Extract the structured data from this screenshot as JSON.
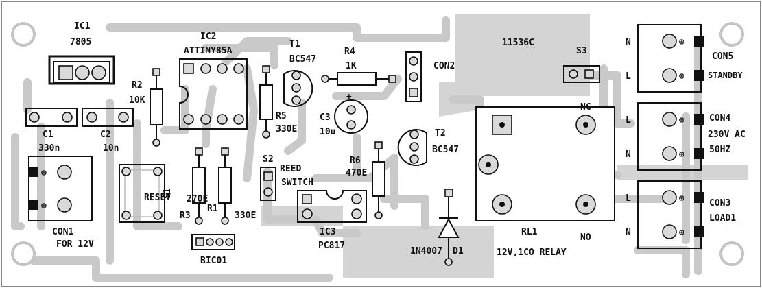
{
  "board": {
    "id": "11536C",
    "components": {
      "ic1": {
        "ref": "IC1",
        "value": "7805"
      },
      "ic2": {
        "ref": "IC2",
        "value": "ATTINY85A"
      },
      "ic3": {
        "ref": "IC3",
        "value": "PC817"
      },
      "t1": {
        "ref": "T1",
        "value": "BC547"
      },
      "t2": {
        "ref": "T2",
        "value": "BC547"
      },
      "r1": {
        "ref": "R1",
        "value": "330E"
      },
      "r2": {
        "ref": "R2",
        "value": "10K"
      },
      "r3": {
        "ref": "R3",
        "value": "270E"
      },
      "r4": {
        "ref": "R4",
        "value": "1K"
      },
      "r5": {
        "ref": "R5",
        "value": "330E"
      },
      "r6": {
        "ref": "R6",
        "value": "470E"
      },
      "c1": {
        "ref": "C1",
        "value": "330n"
      },
      "c2": {
        "ref": "C2",
        "value": "10n"
      },
      "c3": {
        "ref": "C3",
        "value": "10u"
      },
      "d1": {
        "ref": "D1",
        "value": "1N4007"
      },
      "s1": {
        "ref": "S1",
        "value": "RESET"
      },
      "s2": {
        "ref": "S2",
        "value": "REED",
        "value2": "SWITCH"
      },
      "s3": {
        "ref": "S3"
      },
      "rl1": {
        "ref": "RL1",
        "value": "12V,1CO RELAY",
        "nc": "NC",
        "no": "NO"
      },
      "bico1": {
        "ref": "BIC01"
      },
      "con1": {
        "ref": "CON1",
        "desc": "FOR 12V"
      },
      "con2": {
        "ref": "CON2"
      },
      "con3": {
        "ref": "CON3",
        "desc": "LOAD1",
        "pin_top": "L",
        "pin_bottom": "N"
      },
      "con4": {
        "ref": "CON4",
        "desc": "230V AC",
        "desc2": "50HZ",
        "pin_top": "L",
        "pin_bottom": "N"
      },
      "con5": {
        "ref": "CON5",
        "desc": "STANDBY",
        "pin_top": "N",
        "pin_bottom": "L"
      }
    }
  }
}
